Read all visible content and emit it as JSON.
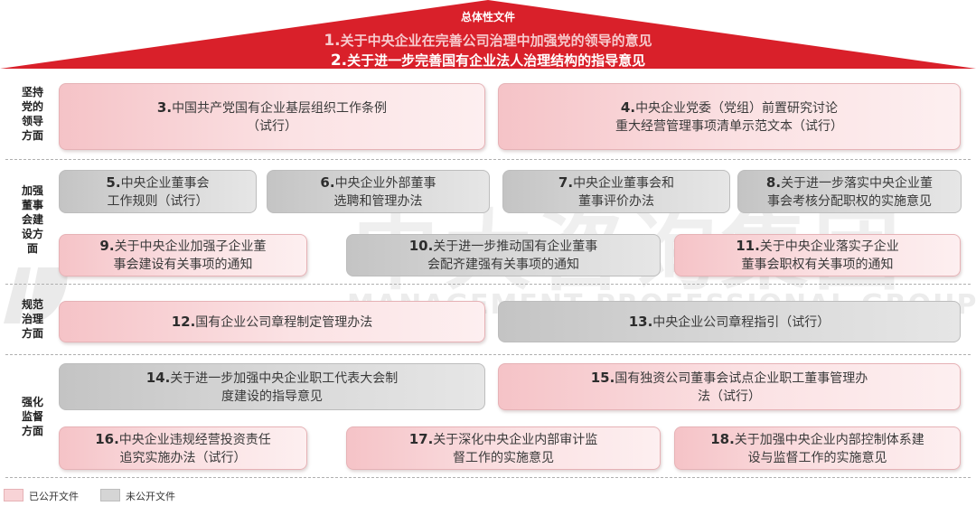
{
  "roof": {
    "title": "总体性文件",
    "line1": {
      "num": "1.",
      "text": "关于中央企业在完善公司治理中加强党的领导的意见"
    },
    "line2": {
      "num": "2.",
      "text": "关于进一步完善国有企业法人治理结构的指导意见"
    }
  },
  "sections": {
    "party": "坚持\n党的\n领导\n方面",
    "board": "加强\n董事\n会建\n设方\n面",
    "gov": "规范\n治理\n方面",
    "supervise": "强化\n监督\n方面"
  },
  "docs": {
    "d3": {
      "num": "3.",
      "text": "中国共产党国有企业基层组织工作条例\n（试行）",
      "status": "published"
    },
    "d4": {
      "num": "4.",
      "text": "中央企业党委（党组）前置研究讨论\n重大经营管理事项清单示范文本（试行）",
      "status": "published"
    },
    "d5": {
      "num": "5.",
      "text": "中央企业董事会\n工作规则（试行）",
      "status": "unpublished"
    },
    "d6": {
      "num": "6.",
      "text": "中央企业外部董事\n选聘和管理办法",
      "status": "unpublished"
    },
    "d7": {
      "num": "7.",
      "text": "中央企业董事会和\n董事评价办法",
      "status": "unpublished"
    },
    "d8": {
      "num": "8.",
      "text": "关于进一步落实中央企业董\n事会考核分配职权的实施意见",
      "status": "unpublished"
    },
    "d9": {
      "num": "9.",
      "text": "关于中央企业加强子企业董\n事会建设有关事项的通知",
      "status": "published"
    },
    "d10": {
      "num": "10.",
      "text": "关于进一步推动国有企业董事\n会配齐建强有关事项的通知",
      "status": "unpublished"
    },
    "d11": {
      "num": "11.",
      "text": "关于中央企业落实子企业\n董事会职权有关事项的通知",
      "status": "published"
    },
    "d12": {
      "num": "12.",
      "text": "国有企业公司章程制定管理办法",
      "status": "published"
    },
    "d13": {
      "num": "13.",
      "text": "中央企业公司章程指引（试行）",
      "status": "unpublished"
    },
    "d14": {
      "num": "14.",
      "text": "关于进一步加强中央企业职工代表大会制\n度建设的指导意见",
      "status": "unpublished"
    },
    "d15": {
      "num": "15.",
      "text": "国有独资公司董事会试点企业职工董事管理办\n法（试行）",
      "status": "published"
    },
    "d16": {
      "num": "16.",
      "text": "中央企业违规经营投资责任\n追究实施办法（试行）",
      "status": "published"
    },
    "d17": {
      "num": "17.",
      "text": "关于深化中央企业内部审计监\n督工作的实施意见",
      "status": "published"
    },
    "d18": {
      "num": "18.",
      "text": "关于加强中央企业内部控制体系建\n设与监督工作的实施意见",
      "status": "published"
    }
  },
  "legend": {
    "published": "已公开文件",
    "unpublished": "未公开文件"
  },
  "colors": {
    "roof": "#d9202a",
    "published": "#f8d3d6",
    "unpublished": "#d5d5d5"
  },
  "watermark": {
    "cn": "中大咨询集团",
    "en": "MANAGEMENT PROFESSIONAL GROUP"
  }
}
